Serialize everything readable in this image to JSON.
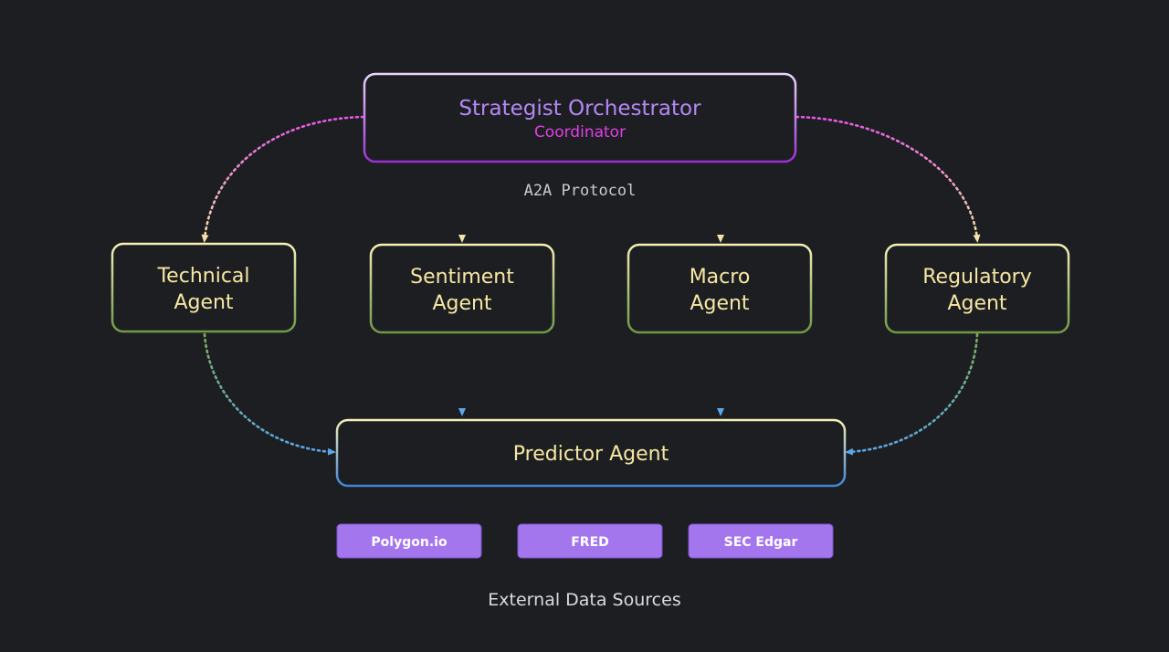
{
  "colors": {
    "background": "#1d1e22",
    "orchestrator_title": "#b488f5",
    "orchestrator_subtitle": "#e040e6",
    "agent_text": "#f6e7a3",
    "protocol_text": "#c9cbd1",
    "source_chip": "#a476ee",
    "footer_text": "#d9dbe0",
    "edge_pink": "#e654e6",
    "edge_green": "#7fb15d",
    "edge_blue": "#5aa7ea"
  },
  "orchestrator": {
    "title": "Strategist Orchestrator",
    "subtitle": "Coordinator"
  },
  "protocol_label": "A2A Protocol",
  "agents": [
    {
      "line1": "Technical",
      "line2": "Agent"
    },
    {
      "line1": "Sentiment",
      "line2": "Agent"
    },
    {
      "line1": "Macro",
      "line2": "Agent"
    },
    {
      "line1": "Regulatory",
      "line2": "Agent"
    }
  ],
  "predictor": {
    "label": "Predictor Agent"
  },
  "data_sources": [
    {
      "label": "Polygon.io"
    },
    {
      "label": "FRED"
    },
    {
      "label": "SEC Edgar"
    }
  ],
  "footer_label": "External Data Sources"
}
